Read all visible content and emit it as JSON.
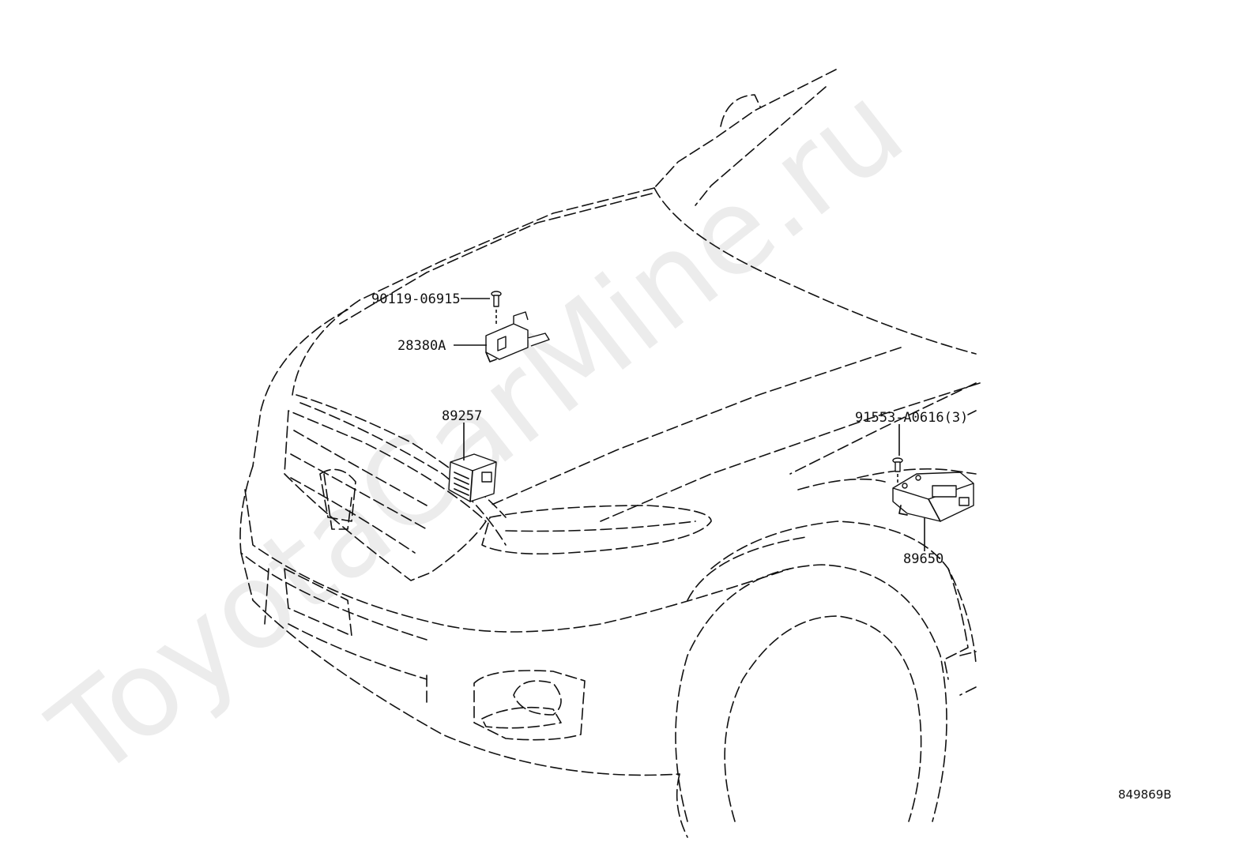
{
  "watermark": "ToyotaCarMine.ru",
  "callouts": [
    {
      "id": "bolt-90119",
      "text": "90119-06915"
    },
    {
      "id": "sensor-28380a",
      "text": "28380A"
    },
    {
      "id": "module-89257",
      "text": "89257"
    },
    {
      "id": "bolt-91553",
      "text": "91553-A0616(3)"
    },
    {
      "id": "ecu-89650",
      "text": "89650"
    }
  ],
  "diagram_code": "849869B",
  "colors": {
    "line": "#111111",
    "watermark": "#e6e6e6",
    "background": "#ffffff"
  }
}
